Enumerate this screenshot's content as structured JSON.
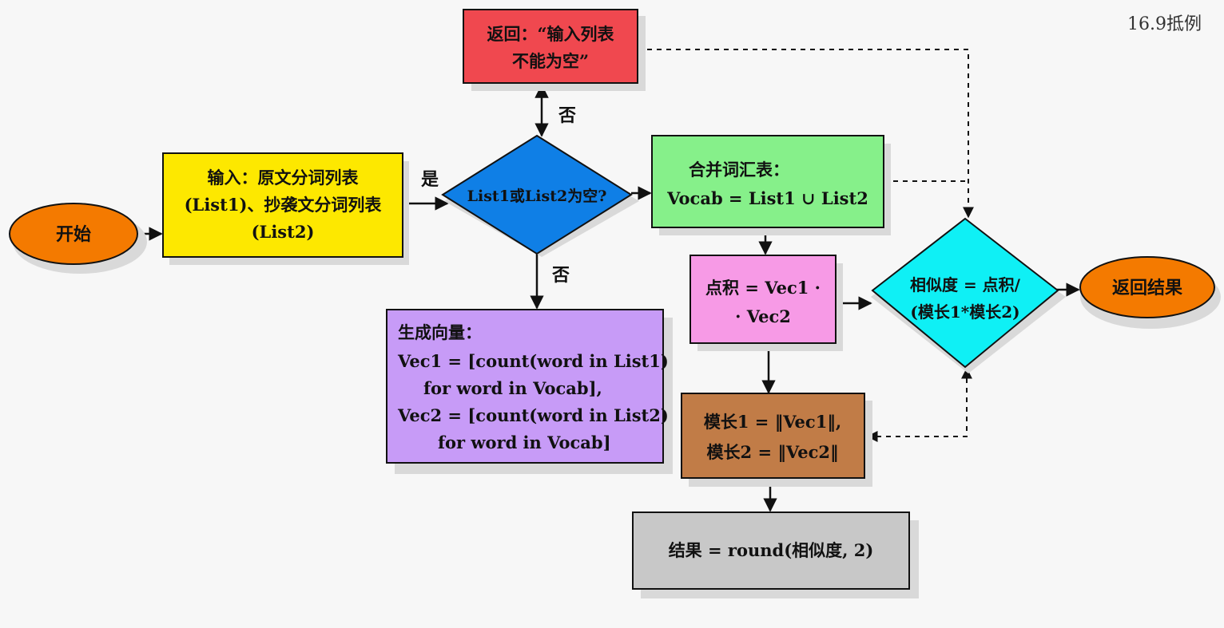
{
  "corner_label": "16.9抵例",
  "nodes": {
    "start": {
      "text": "开始"
    },
    "input": {
      "lines": [
        "输入：原文分词列表",
        "(List1)、抄袭文分词列表",
        "(List2)"
      ]
    },
    "check": {
      "text": "List1或List2为空?"
    },
    "error": {
      "lines": [
        "返回：“输入列表",
        "不能为空”"
      ]
    },
    "vocab": {
      "lines": [
        "合并词汇表：",
        "Vocab = List1 ∪ List2"
      ]
    },
    "vectors": {
      "lines": [
        "生成向量：",
        "Vec1 = [count(word in List1)",
        "for word in Vocab],",
        "Vec2 = [count(word in List2)",
        "for word in Vocab]"
      ]
    },
    "dot": {
      "lines": [
        "点积 = Vec1 ·",
        "· Vec2"
      ]
    },
    "norm": {
      "lines": [
        "模长1 = ‖Vec1‖,",
        "模长2 = ‖Vec2‖"
      ]
    },
    "sim": {
      "lines": [
        "相似度 = 点积/",
        "(模长1*模长2)"
      ]
    },
    "result": {
      "text": "结果 = round(相似度, 2)"
    },
    "end": {
      "text": "返回结果"
    }
  },
  "edge_labels": {
    "yes": "是",
    "no_up": "否",
    "no_down": "否"
  },
  "colors": {
    "start": "#f47a00",
    "input": "#fde800",
    "check": "#0f7fe6",
    "error": "#f0484f",
    "vocab": "#86f08a",
    "vectors": "#c79bf7",
    "dot": "#f79ae6",
    "norm": "#c17c47",
    "sim": "#0ff0f5",
    "result": "#c8c8c8",
    "end": "#f47a00"
  }
}
